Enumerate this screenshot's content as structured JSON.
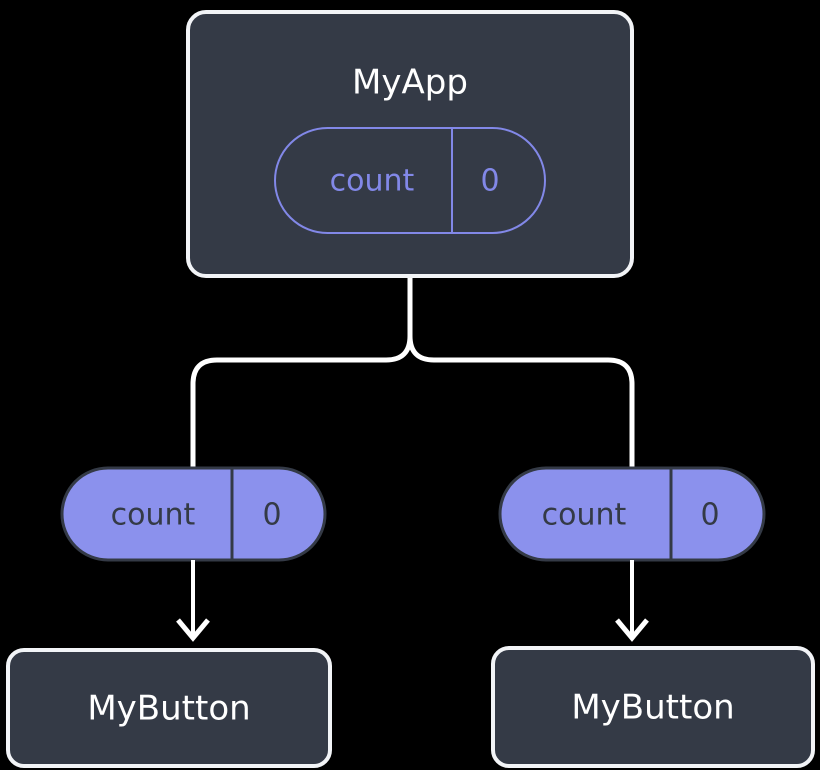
{
  "diagram": {
    "title": "MyApp component state propagation tree",
    "background_color": "#000000",
    "palette": {
      "node_fill": "#343a46",
      "node_border": "#f2f4f7",
      "node_label": "#ffffff",
      "pill_accent": "#8b91ed",
      "pill_outline_stroke": "#8288e8",
      "pill_filled_text": "#343a46",
      "connector": "#ffffff"
    },
    "root": {
      "label": "MyApp",
      "state": {
        "key": "count",
        "value": "0"
      }
    },
    "branches": [
      {
        "id": "left",
        "state": {
          "key": "count",
          "value": "0"
        },
        "child": {
          "label": "MyButton"
        }
      },
      {
        "id": "right",
        "state": {
          "key": "count",
          "value": "0"
        },
        "child": {
          "label": "MyButton"
        }
      }
    ],
    "connectors": {
      "fork_label": "parent-to-children-fork",
      "arrow_label": "state-to-child-arrow"
    }
  }
}
